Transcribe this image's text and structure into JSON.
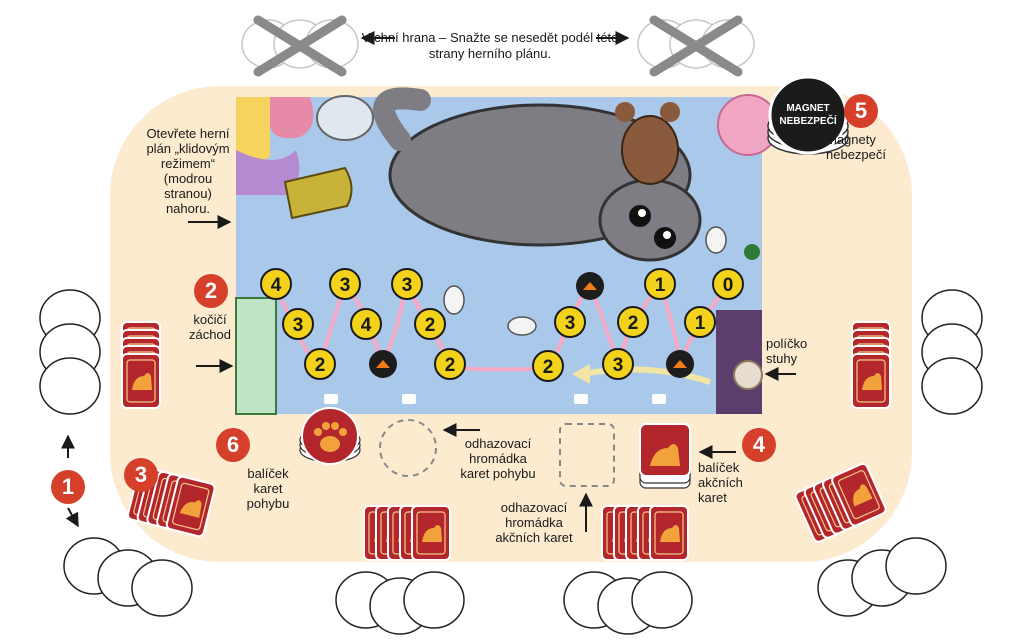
{
  "top_note": {
    "line1": "Vrchní hrana – Snažte se nesedět",
    "line2": "podél této strany herního plánu."
  },
  "board_note": {
    "lines": [
      "Otevřete herní",
      "plán „klidovým",
      "režimem“",
      "(modrou stranou)",
      "nahoru."
    ]
  },
  "steps": [
    {
      "number": "1"
    },
    {
      "number": "2",
      "lines": [
        "kočičí",
        "záchod"
      ]
    },
    {
      "number": "3"
    },
    {
      "number": "4",
      "lines": [
        "balíček",
        "akčních",
        "karet"
      ]
    },
    {
      "number": "5",
      "lines": [
        "magnety",
        "nebezpečí"
      ]
    },
    {
      "number": "6",
      "lines": [
        "balíček",
        "karet",
        "pohybu"
      ]
    }
  ],
  "ribbon_note": {
    "lines": [
      "políčko",
      "stuhy"
    ]
  },
  "discard_move": {
    "lines": [
      "odhazovací",
      "hromádka",
      "karet pohybu"
    ]
  },
  "discard_action": {
    "lines": [
      "odhazovací",
      "hromádka",
      "akčních karet"
    ]
  },
  "magnet_token": {
    "line1": "MAGNET",
    "line2": "NEBEZPEČÍ"
  },
  "track": {
    "spaces": [
      "4",
      "3",
      "3",
      "1",
      "0",
      "3",
      "4",
      "2",
      "3",
      "2",
      "1",
      "2",
      "2",
      "2",
      "3"
    ]
  },
  "colors": {
    "table": "#fdebd0",
    "board_water": "#a9c8ea",
    "card": "#b3262c",
    "badge": "#d6402a",
    "token": "#f2d21a",
    "cat": "#7d7d83"
  }
}
